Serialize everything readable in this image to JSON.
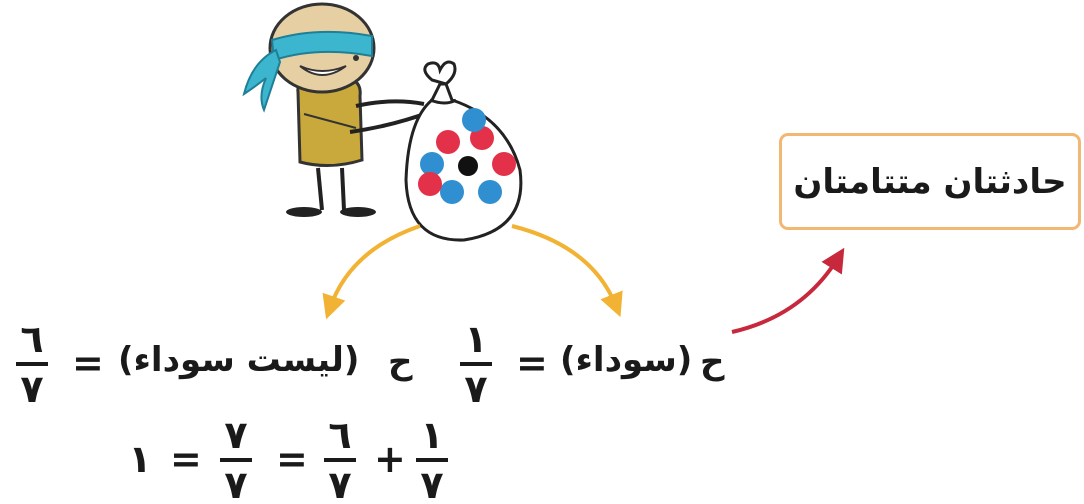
{
  "callout": {
    "text": "حادثتان متتامتان"
  },
  "right_eq": {
    "p": "ح",
    "event": "(سوداء)",
    "eq": "=",
    "num": "١",
    "den": "٧"
  },
  "left_eq": {
    "p": "ح",
    "event": "(ليست سوداء)",
    "eq": "=",
    "num": "٦",
    "den": "٧"
  },
  "sum_eq": {
    "f1_num": "١",
    "f1_den": "٧",
    "plus": "+",
    "f2_num": "٦",
    "f2_den": "٧",
    "eq1": "=",
    "f3_num": "٧",
    "f3_den": "٧",
    "eq2": "=",
    "result": "١"
  },
  "colors": {
    "arrow_orange": "#f2b233",
    "arrow_red": "#c8283c",
    "callout_border": "#f3b774",
    "ball_red": "#e23148",
    "ball_blue": "#2f8fd0",
    "ball_black": "#111111",
    "blindfold": "#3cb5cf",
    "shirt": "#c9a93c",
    "skin": "#e6cfa3"
  },
  "bag_balls": [
    "red",
    "red",
    "blue",
    "black",
    "red",
    "blue",
    "blue",
    "red",
    "blue"
  ]
}
